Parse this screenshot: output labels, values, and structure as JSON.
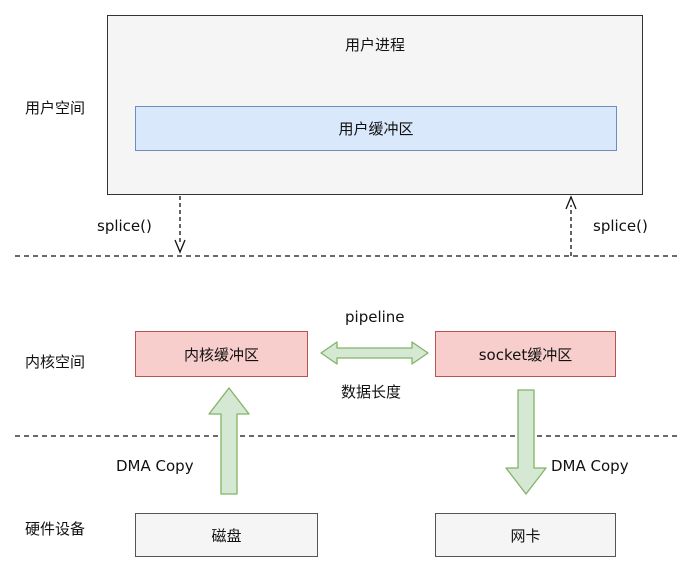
{
  "regions": {
    "user_space": "用户空间",
    "kernel_space": "内核空间",
    "hardware": "硬件设备"
  },
  "user_process": {
    "title": "用户进程",
    "buffer": "用户缓冲区"
  },
  "kernel": {
    "kernel_buffer": "内核缓冲区",
    "socket_buffer": "socket缓冲区",
    "pipeline_label": "pipeline",
    "pipeline_sublabel": "数据长度"
  },
  "hardware": {
    "disk": "磁盘",
    "nic": "网卡"
  },
  "calls": {
    "splice_left": "splice()",
    "splice_right": "splice()"
  },
  "dma": {
    "left": "DMA Copy",
    "right": "DMA Copy"
  },
  "colors": {
    "user_buffer_fill": "#dae8fc",
    "kernel_buffer_fill": "#f8cecc",
    "arrow_fill": "#d5e8d4",
    "arrow_stroke": "#82b366"
  }
}
